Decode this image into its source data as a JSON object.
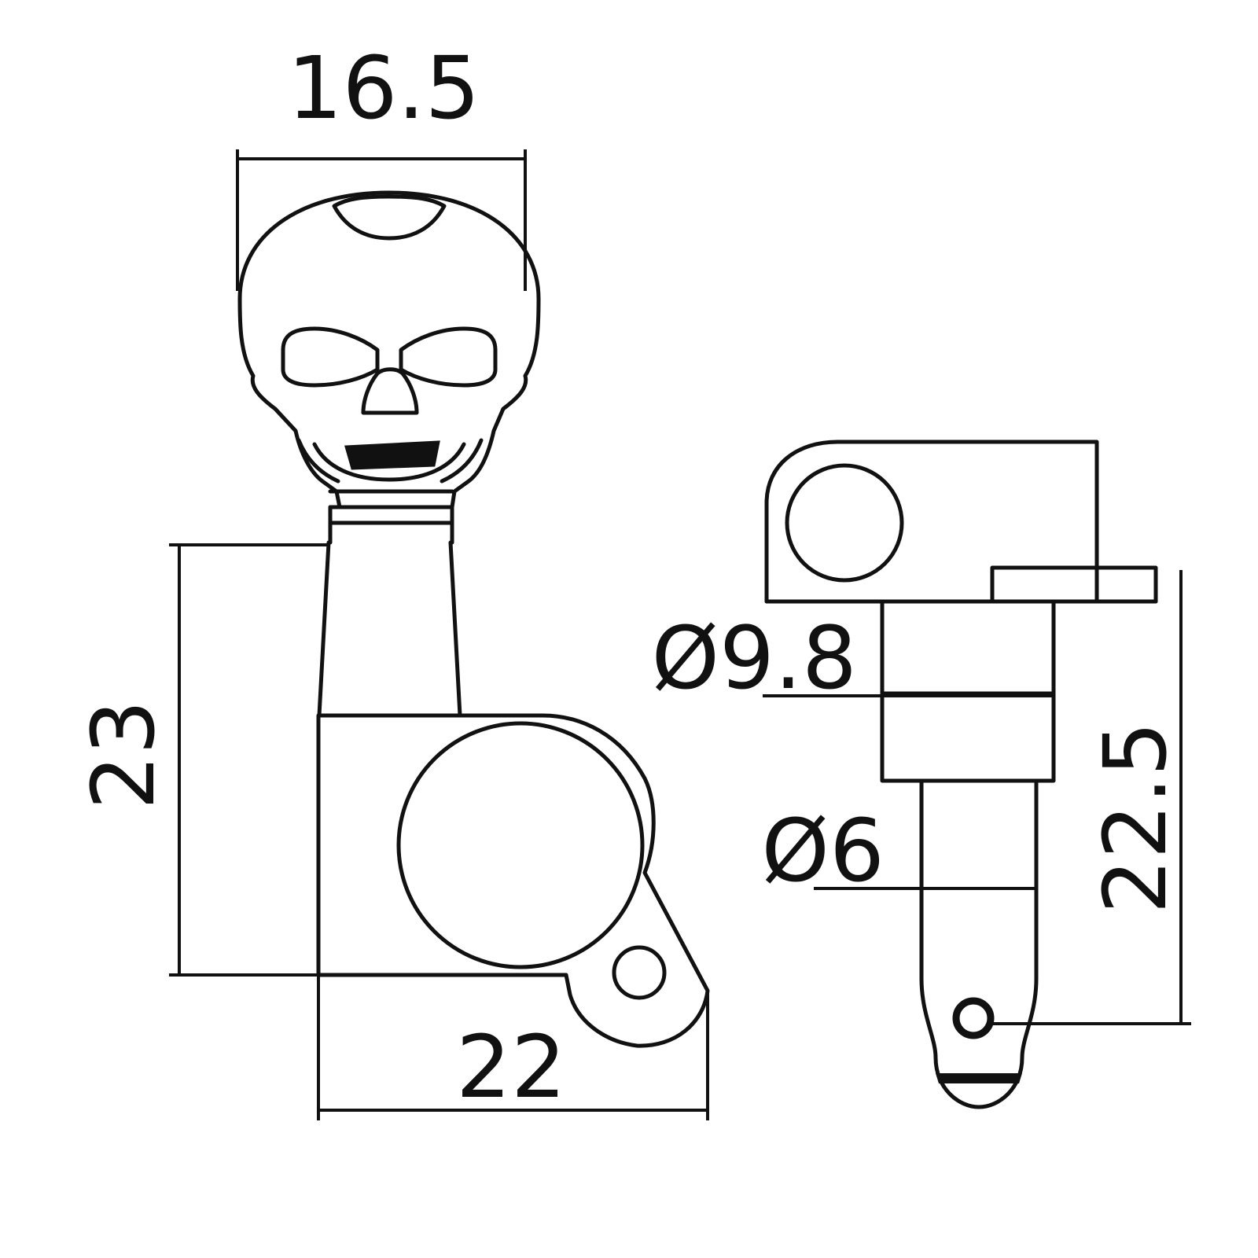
{
  "diagram": {
    "title": "",
    "line_color": "#111111",
    "background": "#ffffff",
    "dimensions": {
      "knob_width": "16.5",
      "body_height": "23",
      "body_width": "22",
      "bushing_diameter": "Ø9.8",
      "post_diameter": "Ø6",
      "post_height": "22.5"
    }
  }
}
